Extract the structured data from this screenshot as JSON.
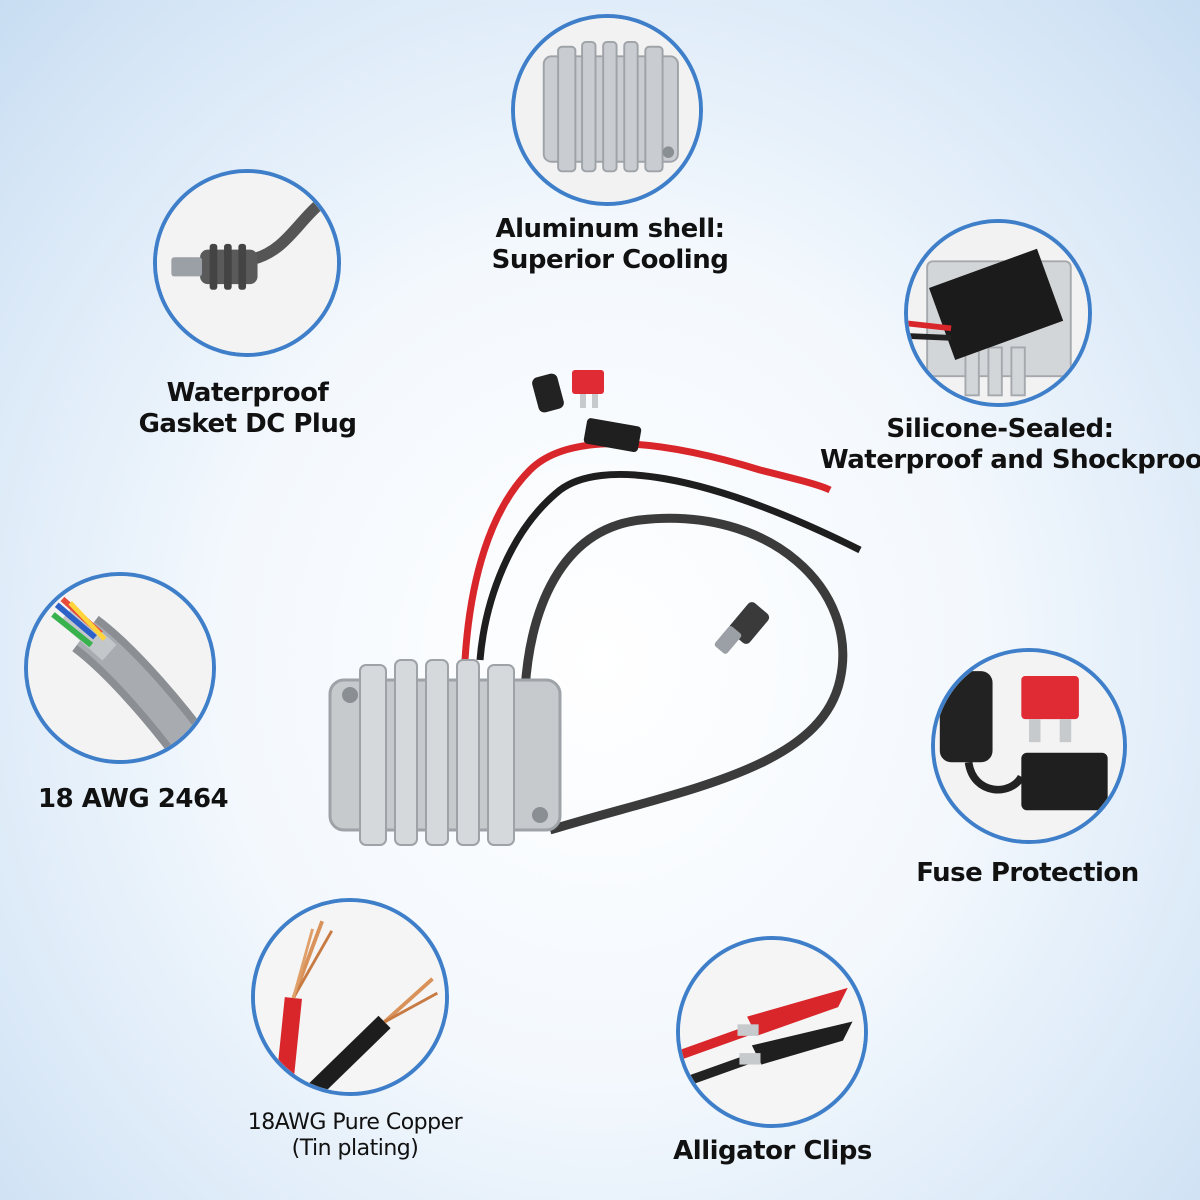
{
  "features": {
    "aluminum": {
      "line1": "Aluminum shell:",
      "line2": "Superior Cooling",
      "icon": "heatsink-icon"
    },
    "dc_plug": {
      "line1": "Waterproof",
      "line2": "Gasket DC Plug",
      "icon": "dc-plug-icon"
    },
    "silicone": {
      "line1": "Silicone-Sealed:",
      "line2": "Waterproof and Shockproof",
      "icon": "sealed-module-icon"
    },
    "awg": {
      "line1": "18 AWG 2464",
      "icon": "cable-cross-section-icon"
    },
    "fuse": {
      "line1": "Fuse Protection",
      "icon": "fuse-holder-icon"
    },
    "copper": {
      "line1": "18AWG Pure Copper",
      "line2": "(Tin plating)",
      "icon": "copper-wire-icon"
    },
    "clips": {
      "line1": "Alligator Clips",
      "icon": "alligator-clip-icon"
    }
  },
  "colors": {
    "ring": "#3f7fc9",
    "wire_red": "#d8262b",
    "wire_black": "#222222",
    "aluminum": "#c7cacd"
  }
}
